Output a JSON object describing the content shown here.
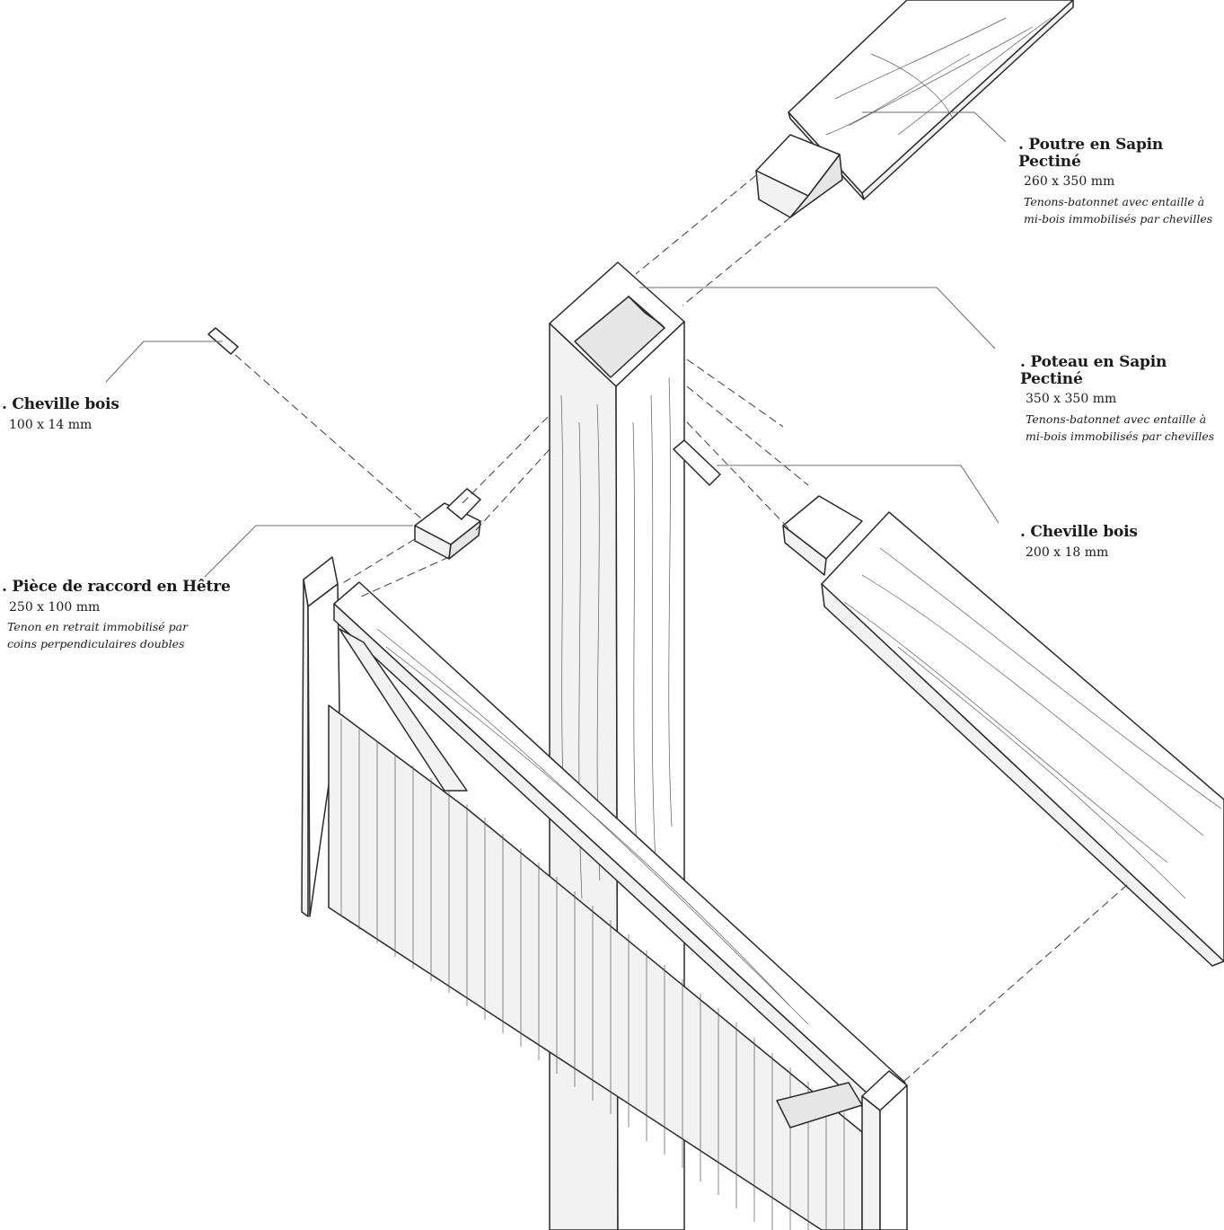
{
  "labels": {
    "poutre": {
      "title": ". Poutre en Sapin Pectiné",
      "dims": "260 x 350 mm",
      "note_line1": "Tenons-batonnet avec entaille à",
      "note_line2": "mi-bois immobilisés par chevilles"
    },
    "poteau": {
      "title": ". Poteau en Sapin Pectiné",
      "dims": "350 x 350 mm",
      "note_line1": "Tenons-batonnet avec entaille à",
      "note_line2": "mi-bois immobilisés par chevilles"
    },
    "cheville_petite": {
      "title": ". Cheville bois",
      "dims": "100 x 14 mm"
    },
    "cheville_grande": {
      "title": ". Cheville bois",
      "dims": "200 x 18 mm"
    },
    "piece_raccord": {
      "title": ". Pièce de raccord en Hêtre",
      "dims": "250 x 100 mm",
      "note_line1": "Tenon en retrait immobilisé par",
      "note_line2": "coins perpendiculaires doubles"
    }
  },
  "colors": {
    "ink": "#2a2a2a",
    "paper": "#ffffff"
  }
}
